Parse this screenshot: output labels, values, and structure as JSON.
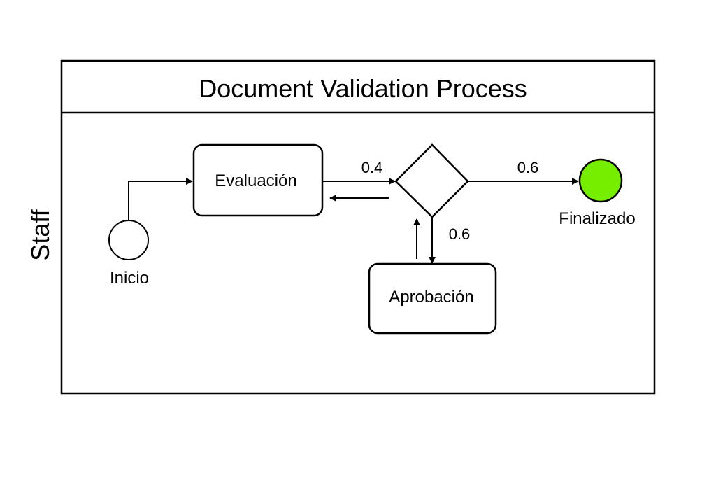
{
  "diagram": {
    "title": "Document Validation Process",
    "lane_label": "Staff",
    "colors": {
      "stroke": "#000000",
      "background": "#ffffff",
      "end_event_fill": "#76ee00"
    },
    "nodes": {
      "start": {
        "type": "start-event",
        "label": "Inicio"
      },
      "evaluacion": {
        "type": "task",
        "label": "Evaluación"
      },
      "gateway": {
        "type": "exclusive-gateway",
        "label": ""
      },
      "aprobacion": {
        "type": "task",
        "label": "Aprobación"
      },
      "end": {
        "type": "end-event",
        "label": "Finalizado"
      }
    },
    "edges": [
      {
        "from": "start",
        "to": "evaluacion",
        "label": ""
      },
      {
        "from": "evaluacion",
        "to": "gateway",
        "label": "0.4"
      },
      {
        "from": "gateway",
        "to": "evaluacion",
        "label": ""
      },
      {
        "from": "gateway",
        "to": "end",
        "label": "0.6"
      },
      {
        "from": "gateway",
        "to": "aprobacion",
        "label": "0.6"
      },
      {
        "from": "aprobacion",
        "to": "gateway",
        "label": ""
      }
    ]
  }
}
